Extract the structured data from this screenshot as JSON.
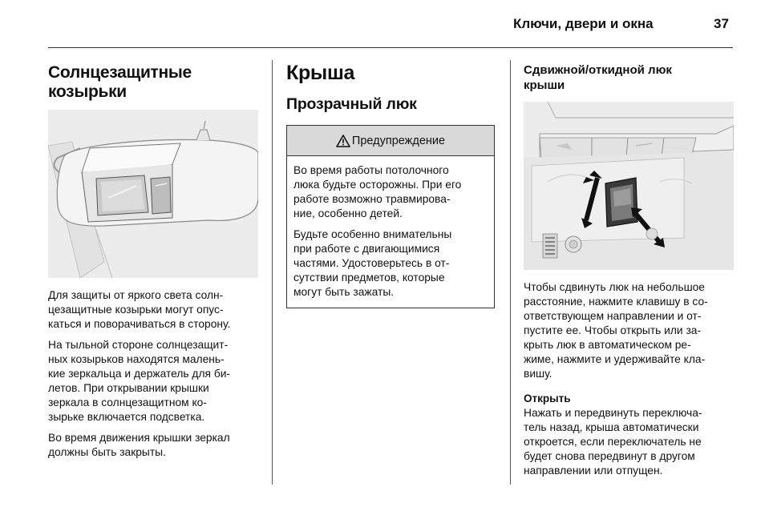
{
  "header": {
    "title": "Ключи, двери и окна",
    "page_number": "37"
  },
  "col1": {
    "heading_line1": "Солнцезащитные",
    "heading_line2": "козырьки",
    "paragraphs": [
      [
        "Для защиты от яркого света солн-",
        "цезащитные козырьки могут опус-",
        "каться и поворачиваться в сторону."
      ],
      [
        "На тыльной стороне солнцезащит-",
        "ных козырьков находятся малень-",
        "кие зеркальца и держатель для би-",
        "летов. При открывании крышки",
        "зеркала в солнцезащитном ко-",
        "зырьке включается подсветка."
      ],
      [
        "Во время движения крышки зеркал",
        "должны быть закрыты."
      ]
    ]
  },
  "col2": {
    "heading": "Крыша",
    "subheading": "Прозрачный люк",
    "warning": {
      "title": "Предупреждение",
      "paragraphs": [
        [
          "Во время работы потолочного",
          "люка будьте осторожны. При его",
          "работе возможно травмирова-",
          "ние, особенно детей."
        ],
        [
          "Будьте особенно внимательны",
          "при работе с двигающимися",
          "частями. Удостоверьтесь в от-",
          "сутствии предметов, которые",
          "могут быть зажаты."
        ]
      ]
    }
  },
  "col3": {
    "heading_line1": "Сдвижной/откидной люк",
    "heading_line2": "крыши",
    "paragraph": [
      "Чтобы сдвинуть люк на небольшое",
      "расстояние, нажмите клавишу в со-",
      "ответствующем направлении и от-",
      "пустите ее. Чтобы открыть или за-",
      "крыть люк в автоматическом ре-",
      "жиме, нажмите и удерживайте кла-",
      "вишу."
    ],
    "open_label": "Открыть",
    "open_paragraph": [
      "Нажать и передвинуть переключа-",
      "тель назад, крыша автоматически",
      "откроется, если переключатель не",
      "будет снова передвинут в другом",
      "направлении или отпущен."
    ]
  }
}
